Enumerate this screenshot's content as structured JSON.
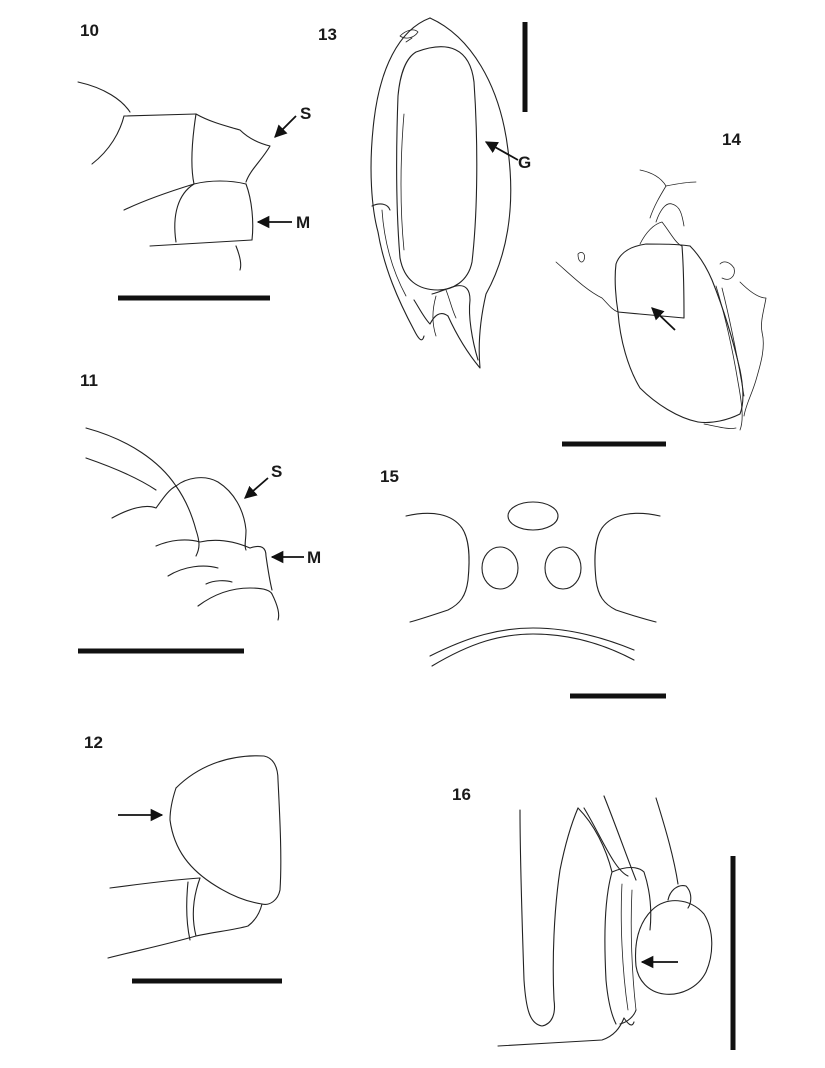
{
  "figures": [
    {
      "number": "10",
      "labels": [
        "S",
        "M"
      ]
    },
    {
      "number": "11",
      "labels": [
        "S",
        "M"
      ]
    },
    {
      "number": "12",
      "labels": []
    },
    {
      "number": "13",
      "labels": [
        "G"
      ]
    },
    {
      "number": "14",
      "labels": []
    },
    {
      "number": "15",
      "labels": []
    },
    {
      "number": "16",
      "labels": []
    }
  ],
  "colors": {
    "ink": "#222222",
    "background": "#ffffff"
  }
}
